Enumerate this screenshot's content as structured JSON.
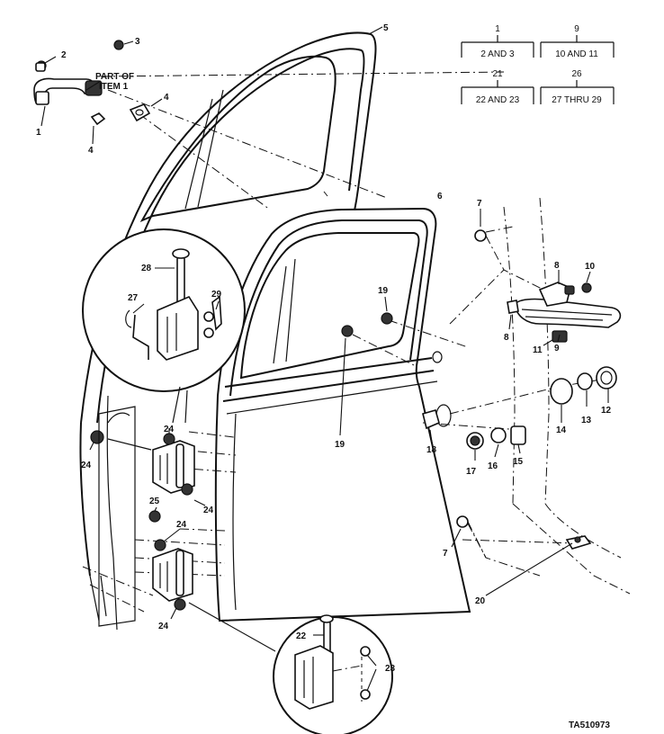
{
  "drawing_number": "TA510973",
  "legend": [
    {
      "parent": "1",
      "children": "2 AND 3"
    },
    {
      "parent": "9",
      "children": "10 AND 11"
    },
    {
      "parent": "21",
      "children": "22 AND 23"
    },
    {
      "parent": "26",
      "children": "27 THRU 29"
    }
  ],
  "note": {
    "line1": "PART OF",
    "line2": "ITEM  1"
  },
  "callouts": {
    "c1": "1",
    "c2": "2",
    "c3": "3",
    "c4a": "4",
    "c4b": "4",
    "c5": "5",
    "c6": "6",
    "c7a": "7",
    "c7b": "7",
    "c8a": "8",
    "c8b": "8",
    "c9": "9",
    "c10": "10",
    "c11": "11",
    "c12": "12",
    "c13": "13",
    "c14": "14",
    "c15": "15",
    "c16": "16",
    "c17": "17",
    "c18": "18",
    "c19a": "19",
    "c19b": "19",
    "c20": "20",
    "c22": "22",
    "c23": "23",
    "c24a": "24",
    "c24b": "24",
    "c24c": "24",
    "c24d": "24",
    "c24e": "24",
    "c25": "25",
    "c27": "27",
    "c28": "28",
    "c29": "29"
  }
}
